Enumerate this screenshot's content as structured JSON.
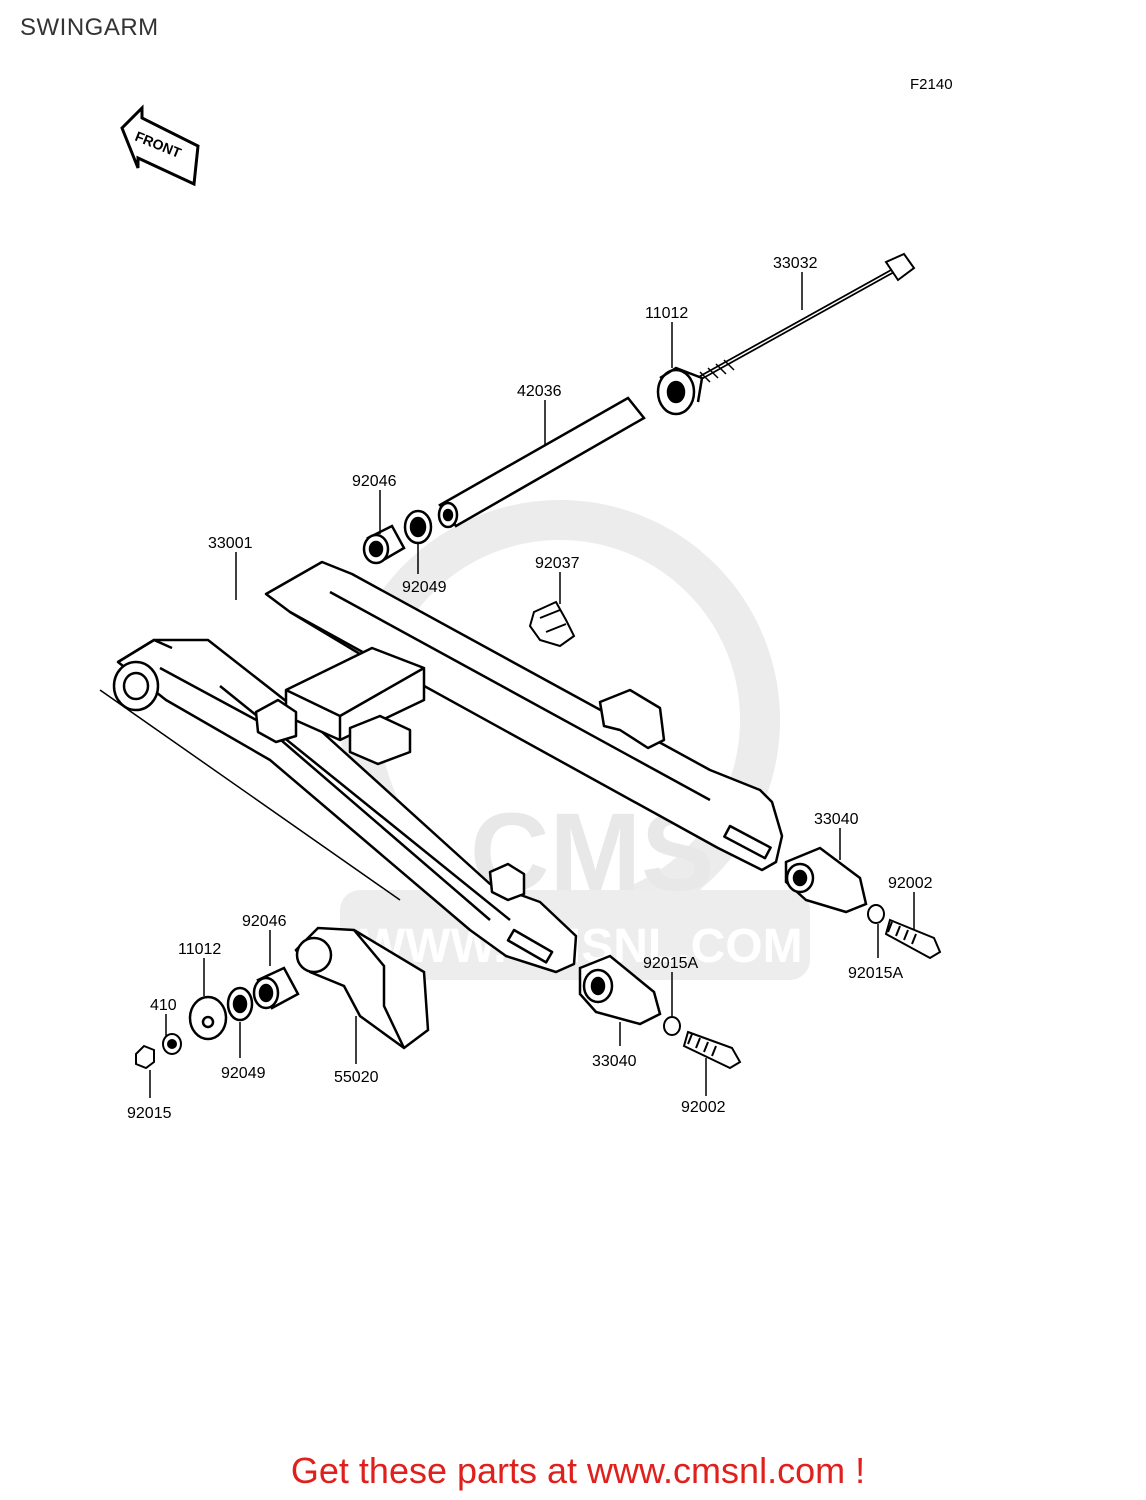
{
  "header": {
    "title": "SWINGARM",
    "figure_code": "F2140"
  },
  "front_marker": {
    "text": "FRONT"
  },
  "watermark": {
    "brand": "CMS",
    "url_text": "WWW.CMSNL.COM"
  },
  "parts": {
    "p33032": "33032",
    "p11012_top": "11012",
    "p42036": "42036",
    "p92046_top": "92046",
    "p92049_top": "92049",
    "p33001": "33001",
    "p92037": "92037",
    "p33040_right": "33040",
    "p92002_right": "92002",
    "p92015A_right": "92015A",
    "p92015A_mid": "92015A",
    "p33040_mid": "33040",
    "p92002_mid": "92002",
    "p92046_low": "92046",
    "p11012_low": "11012",
    "p410": "410",
    "p92049_low": "92049",
    "p55020": "55020",
    "p92015": "92015"
  },
  "footer": {
    "text": "Get these parts at www.cmsnl.com !",
    "color": "#e0201c"
  }
}
